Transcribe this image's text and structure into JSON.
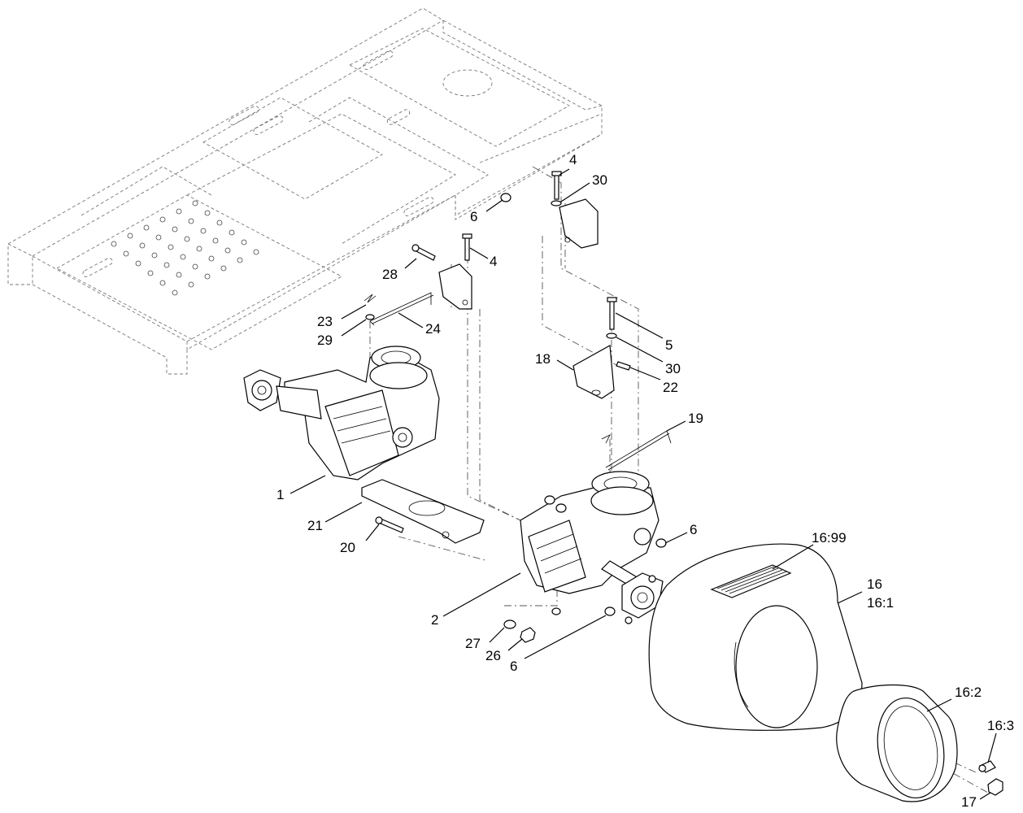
{
  "callouts": [
    {
      "id": "c4a",
      "text": "4"
    },
    {
      "id": "c30a",
      "text": "30"
    },
    {
      "id": "c6a",
      "text": "6"
    },
    {
      "id": "c4b",
      "text": "4"
    },
    {
      "id": "c28",
      "text": "28"
    },
    {
      "id": "c23",
      "text": "23"
    },
    {
      "id": "c29",
      "text": "29"
    },
    {
      "id": "c24",
      "text": "24"
    },
    {
      "id": "c18",
      "text": "18"
    },
    {
      "id": "c5",
      "text": "5"
    },
    {
      "id": "c30b",
      "text": "30"
    },
    {
      "id": "c22",
      "text": "22"
    },
    {
      "id": "c19",
      "text": "19"
    },
    {
      "id": "c1",
      "text": "1"
    },
    {
      "id": "c21",
      "text": "21"
    },
    {
      "id": "c20",
      "text": "20"
    },
    {
      "id": "c6b",
      "text": "6"
    },
    {
      "id": "c16_99",
      "text": "16:99"
    },
    {
      "id": "c16",
      "text": "16"
    },
    {
      "id": "c16_1",
      "text": "16:1"
    },
    {
      "id": "c2",
      "text": "2"
    },
    {
      "id": "c27",
      "text": "27"
    },
    {
      "id": "c26",
      "text": "26"
    },
    {
      "id": "c6c",
      "text": "6"
    },
    {
      "id": "c16_2",
      "text": "16:2"
    },
    {
      "id": "c16_3",
      "text": "16:3"
    },
    {
      "id": "c17",
      "text": "17"
    }
  ]
}
